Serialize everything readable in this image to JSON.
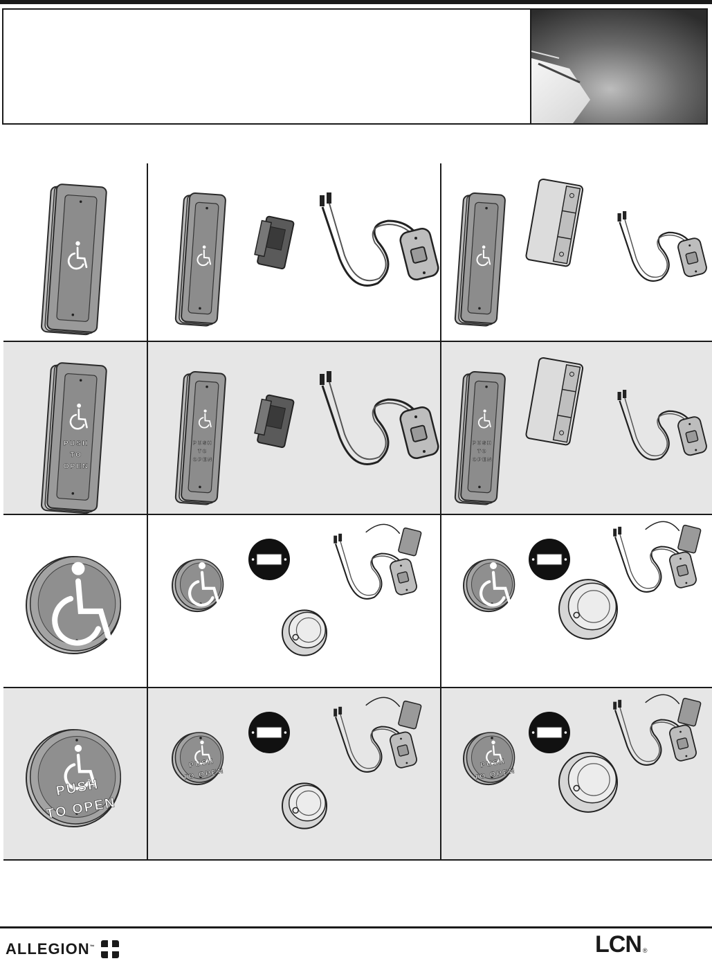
{
  "header": {
    "photo_icon": "actuator-closeup-photo"
  },
  "rows": [
    {
      "style": "rectangular",
      "legend": []
    },
    {
      "style": "rectangular",
      "legend": [
        "PUSH",
        "TO",
        "OPEN"
      ]
    },
    {
      "style": "round",
      "legend": []
    },
    {
      "style": "round",
      "legend": [
        "PUSH",
        "TO OPEN"
      ]
    }
  ],
  "icons": {
    "wheelchair": "wheelchair-icon",
    "transmitter": "wireless-transmitter-icon",
    "mounting_box": "mounting-box-icon",
    "plate": "faceplate-icon"
  },
  "footer": {
    "left_brand": "ALLEGION",
    "left_tm": "™",
    "right_brand": "LCN",
    "right_reg": "®"
  }
}
